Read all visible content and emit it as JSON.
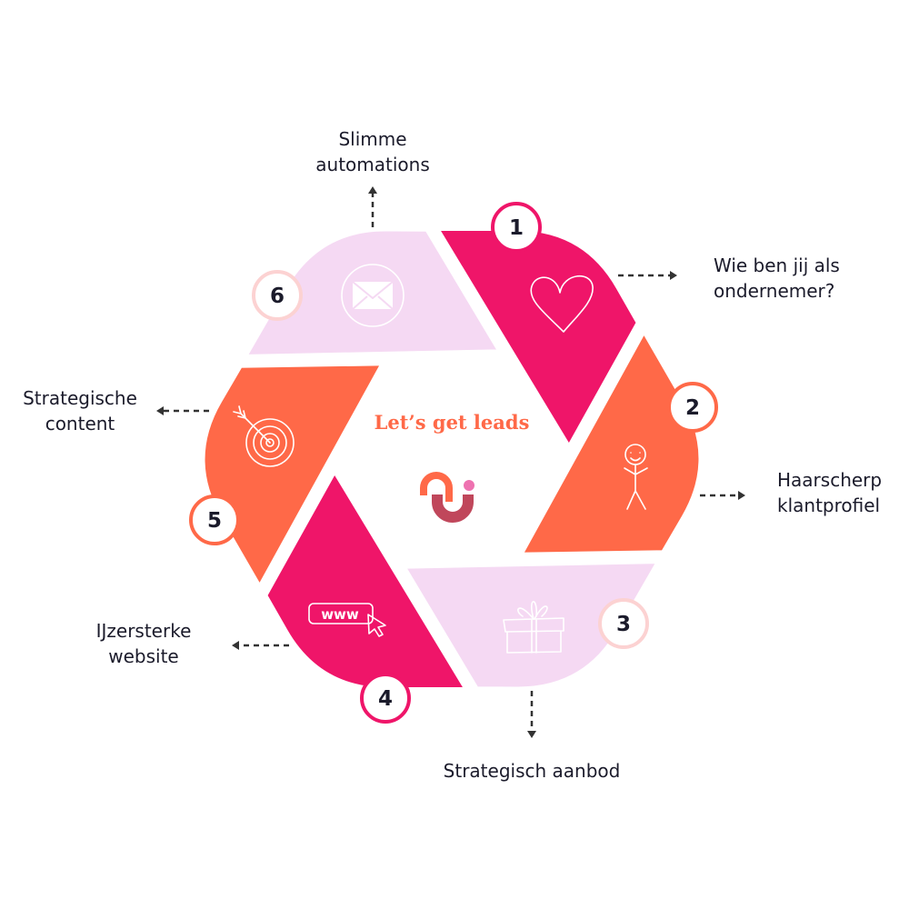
{
  "center_title": "Let’s get leads",
  "colors": {
    "pink": "#ef1569",
    "orange": "#ff6948",
    "light": "#f5d9f3",
    "logo_maroon": "#c0475b",
    "logo_dot": "#ee72b0",
    "text": "#1b1b2b"
  },
  "steps": [
    {
      "number": "1",
      "icon": "heart-icon",
      "label": [
        "Wie ben jij als",
        "ondernemer?"
      ]
    },
    {
      "number": "2",
      "icon": "stick-figure-icon",
      "label": [
        "Haarscherp",
        "klantprofiel"
      ]
    },
    {
      "number": "3",
      "icon": "gift-icon",
      "label": [
        "Strategisch aanbod"
      ]
    },
    {
      "number": "4",
      "icon": "www-cursor-icon",
      "label": [
        "IJzersterke",
        "website"
      ]
    },
    {
      "number": "5",
      "icon": "target-icon",
      "label": [
        "Strategische",
        "content"
      ]
    },
    {
      "number": "6",
      "icon": "envelope-icon",
      "label": [
        "Slimme",
        "automations"
      ]
    }
  ]
}
